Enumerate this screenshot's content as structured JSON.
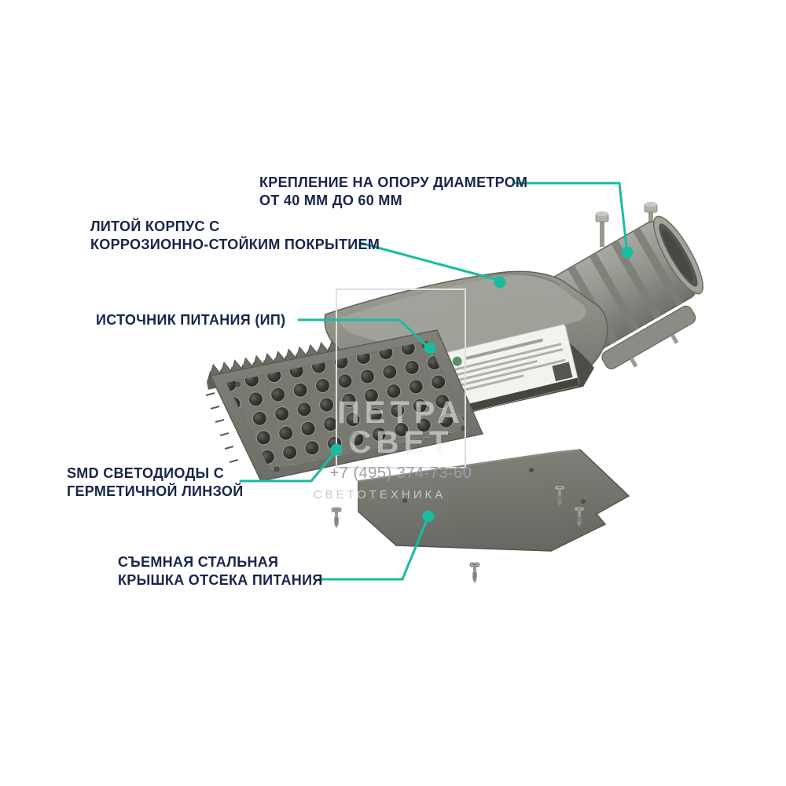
{
  "colors": {
    "accent": "#19bca1",
    "label_text": "#17254b",
    "watermark_gray": "#c6c9cc"
  },
  "callouts": [
    {
      "id": "mount",
      "lines": [
        "КРЕПЛЕНИЕ НА ОПОРУ ДИАМЕТРОМ",
        "ОТ 40 ММ ДО 60 ММ"
      ]
    },
    {
      "id": "housing",
      "lines": [
        "ЛИТОЙ КОРПУС С",
        "КОРРОЗИОННО-СТОЙКИМ ПОКРЫТИЕМ"
      ]
    },
    {
      "id": "psu",
      "lines": [
        "ИСТОЧНИК ПИТАНИЯ (ИП)"
      ]
    },
    {
      "id": "leds",
      "lines": [
        "SMD СВЕТОДИОДЫ С",
        "ГЕРМЕТИЧНОЙ ЛИНЗОЙ"
      ]
    },
    {
      "id": "cover",
      "lines": [
        "СЪЕМНАЯ СТАЛЬНАЯ",
        "КРЫШКА ОТСЕКА ПИТАНИЯ"
      ]
    }
  ],
  "watermark": {
    "brand_line1": "ПЕТРА",
    "brand_line2": "СВЕТ",
    "phone": "+7 (495) 374-73-60",
    "tagline": "СВЕТОТЕХНИКА"
  }
}
